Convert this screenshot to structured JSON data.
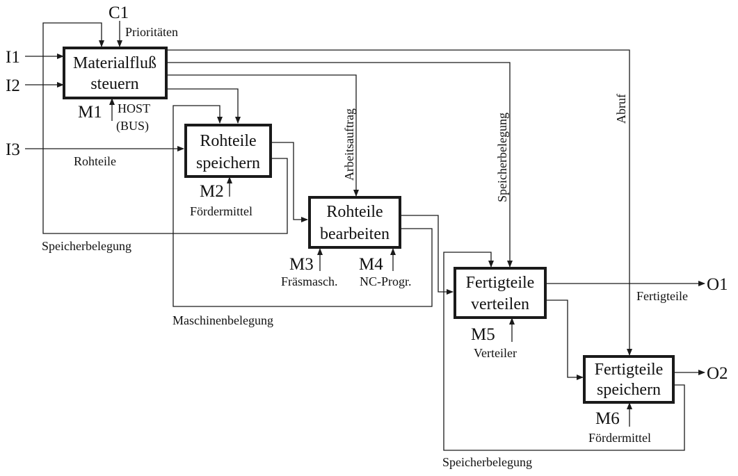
{
  "boxes": {
    "materialfluss": {
      "line1": "Materialfluß",
      "line2": "steuern"
    },
    "rohteile_speichern": {
      "line1": "Rohteile",
      "line2": "speichern"
    },
    "rohteile_bearbeiten": {
      "line1": "Rohteile",
      "line2": "bearbeiten"
    },
    "fertigteile_verteilen": {
      "line1": "Fertigteile",
      "line2": "verteilen"
    },
    "fertigteile_speichern": {
      "line1": "Fertigteile",
      "line2": "speichern"
    }
  },
  "controls": {
    "c1": "C1",
    "c1_label": "Prioritäten"
  },
  "inputs": {
    "i1": "I1",
    "i2": "I2",
    "i3": "I3",
    "i3_label": "Rohteile"
  },
  "mechanisms": {
    "m1": "M1",
    "m1_label_1": "HOST",
    "m1_label_2": "(BUS)",
    "m2": "M2",
    "m2_label": "Fördermittel",
    "m3": "M3",
    "m3_label": "Fräsmasch.",
    "m4": "M4",
    "m4_label": "NC-Progr.",
    "m5": "M5",
    "m5_label": "Verteiler",
    "m6": "M6",
    "m6_label": "Fördermittel"
  },
  "outputs": {
    "o1": "O1",
    "o1_label": "Fertigteile",
    "o2": "O2"
  },
  "flow_labels": {
    "arbeitsauftrag": "Arbeitsauftrag",
    "speicherbelegung_vertical": "Speicherbelegung",
    "abruf": "Abruf",
    "speicherbelegung_left": "Speicherbelegung",
    "maschinenbelegung": "Maschinenbelegung",
    "speicherbelegung_bottom": "Speicherbelegung"
  }
}
